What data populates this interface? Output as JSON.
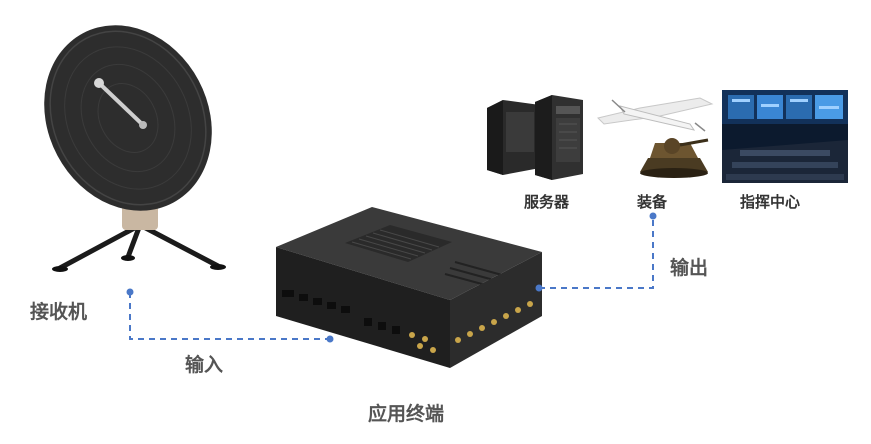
{
  "diagram": {
    "receiver_label": "接收机",
    "input_label": "输入",
    "terminal_label": "应用终端",
    "output_label": "输出",
    "server_label": "服务器",
    "equipment_label": "装备",
    "command_center_label": "指挥中心",
    "connector_color": "#4a78c8"
  }
}
